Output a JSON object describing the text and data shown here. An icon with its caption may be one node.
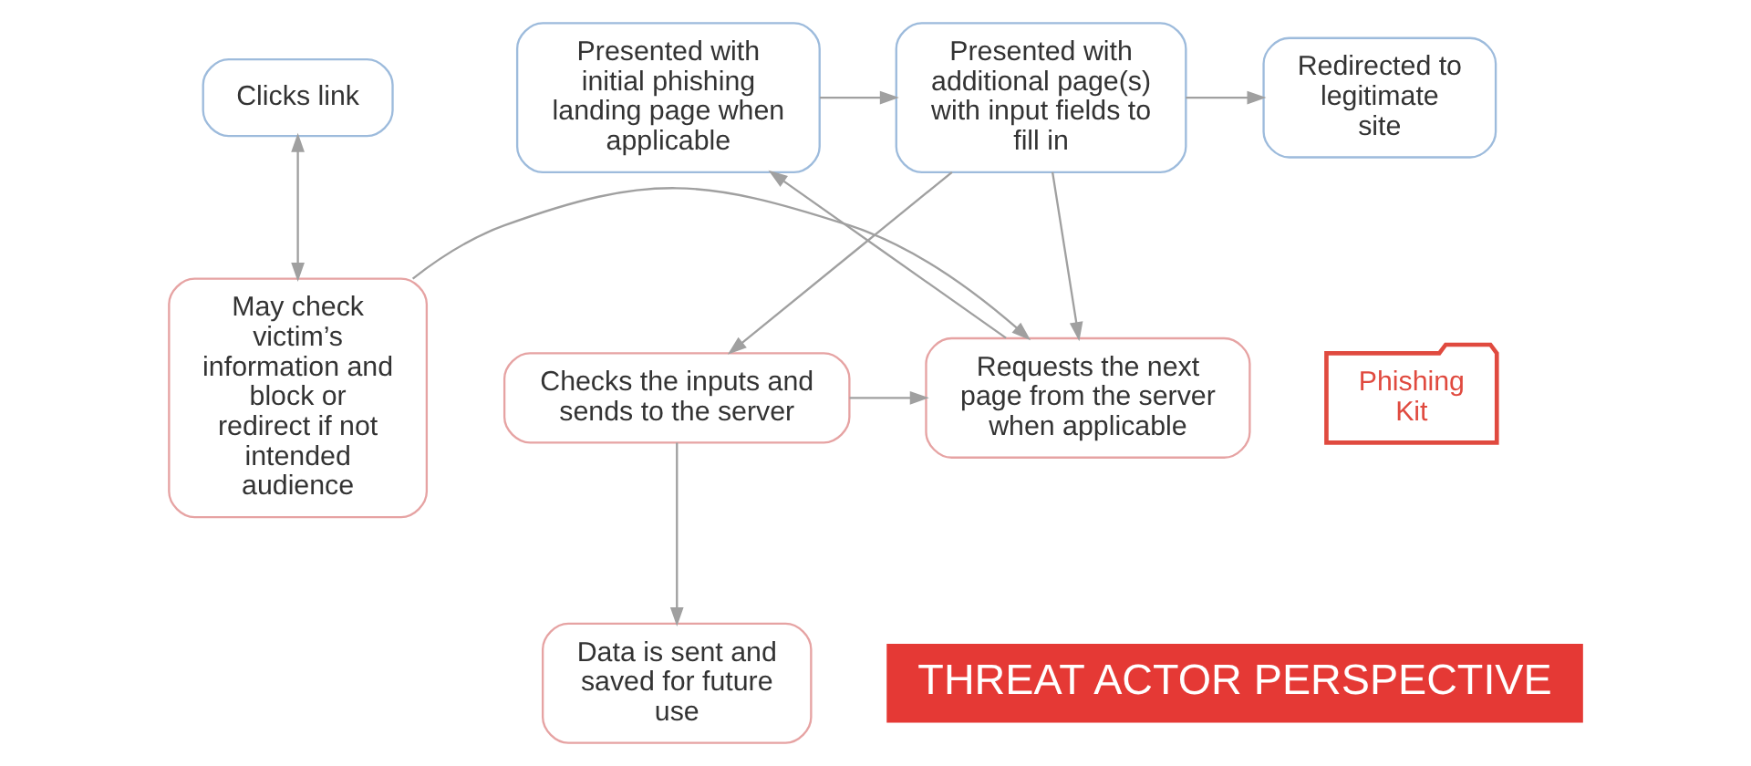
{
  "diagram": {
    "nodes": [
      {
        "text": [
          "Clicks link"
        ]
      },
      {
        "text": [
          "Presented with initial phishing landing page when applicable"
        ]
      },
      {
        "text": [
          "Presented with additional page(s) with input fields to fill in"
        ]
      },
      {
        "text": [
          "Redirected to legitimate site"
        ]
      },
      {
        "text": [
          "Phishing Kit"
        ]
      },
      {
        "text": [
          "May check victim’s information and block or redirect if not intended audience"
        ]
      },
      {
        "text": [
          "Requests the next page from the server when applicable"
        ]
      },
      {
        "text": [
          "Checks the inputs and sends to the server"
        ]
      },
      {
        "text": [
          "Data is sent and saved for future use"
        ]
      },
      {
        "text": [
          "THREAT ACTOR PERSPECTIVE"
        ]
      }
    ],
    "edges": [
      {
        "from": 0,
        "to": 5,
        "arrow": "both"
      },
      {
        "from": 1,
        "to": 2,
        "arrow": "to"
      },
      {
        "from": 2,
        "to": 3,
        "arrow": "to"
      },
      {
        "from": 5,
        "to": 6,
        "arrow": "to"
      },
      {
        "from": 6,
        "to": 1,
        "arrow": "to"
      },
      {
        "from": 2,
        "to": 6,
        "arrow": "to"
      },
      {
        "from": 2,
        "to": 7,
        "arrow": "to"
      },
      {
        "from": 7,
        "to": 6,
        "arrow": "to"
      },
      {
        "from": 7,
        "to": 8,
        "arrow": "to"
      }
    ]
  }
}
